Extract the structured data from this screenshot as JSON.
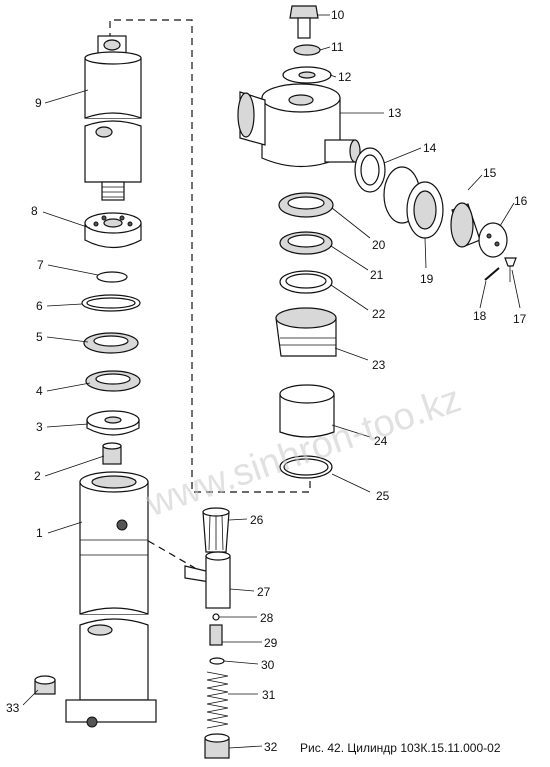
{
  "caption": "Рис. 42. Цилиндр 103К.15.11.000-02",
  "watermark": "www.sinhron-too.kz",
  "part_labels": {
    "p1": "1",
    "p2": "2",
    "p3": "3",
    "p4": "4",
    "p5": "5",
    "p6": "6",
    "p7": "7",
    "p8": "8",
    "p9": "9",
    "p10": "10",
    "p11": "11",
    "p12": "12",
    "p13": "13",
    "p14": "14",
    "p15": "15",
    "p16": "16",
    "p17": "17",
    "p18": "18",
    "p19": "19",
    "p20": "20",
    "p21": "21",
    "p22": "22",
    "p23": "23",
    "p24": "24",
    "p25": "25",
    "p26": "26",
    "p27": "27",
    "p28": "28",
    "p29": "29",
    "p30": "30",
    "p31": "31",
    "p32": "32",
    "p33": "33"
  },
  "colors": {
    "ink": "#111111",
    "paper": "#ffffff",
    "watermark": "#c9c9c9"
  }
}
